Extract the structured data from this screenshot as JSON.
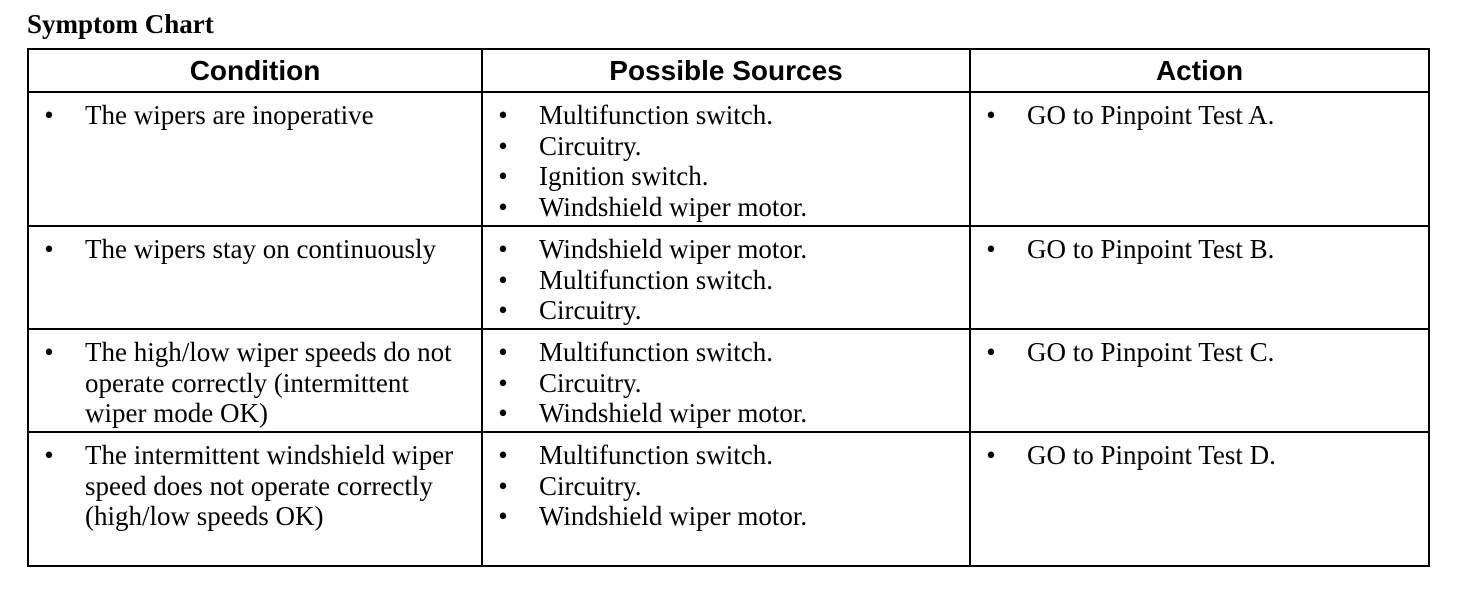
{
  "title": "Symptom Chart",
  "columns": [
    "Condition",
    "Possible Sources",
    "Action"
  ],
  "bullet": "•",
  "rows": [
    {
      "condition": "The wipers are inoperative",
      "sources": [
        "Multifunction switch.",
        "Circuitry.",
        "Ignition switch.",
        "Windshield wiper motor."
      ],
      "action": "GO to Pinpoint Test A."
    },
    {
      "condition": "The wipers stay on continuously",
      "sources": [
        "Windshield wiper motor.",
        "Multifunction switch.",
        "Circuitry."
      ],
      "action": "GO to Pinpoint Test B."
    },
    {
      "condition": "The high/low wiper speeds do not operate correctly (intermittent wiper mode OK)",
      "sources": [
        "Multifunction switch.",
        "Circuitry.",
        "Windshield wiper motor."
      ],
      "action": "GO to Pinpoint Test C."
    },
    {
      "condition": "The intermittent windshield wiper speed does not operate correctly (high/low speeds OK)",
      "sources": [
        "Multifunction switch.",
        "Circuitry.",
        "Windshield wiper motor."
      ],
      "action": "GO to Pinpoint Test D."
    }
  ]
}
